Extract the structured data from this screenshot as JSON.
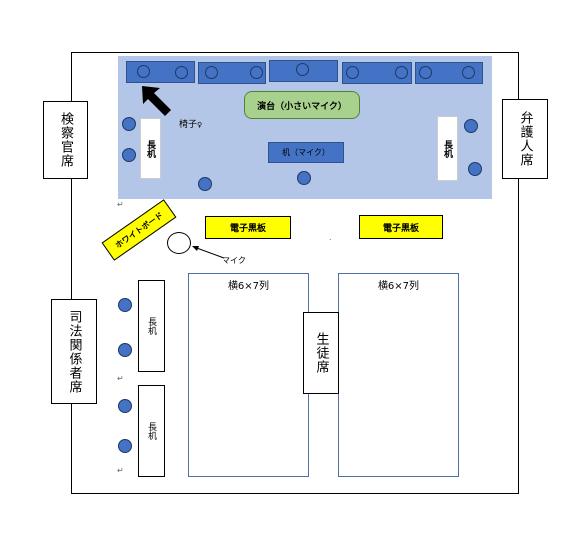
{
  "labels": {
    "prosecutor": "検察官席",
    "defense": "弁護人席",
    "judicial": "司法関係者席",
    "students": "生徒席",
    "podium": "演台（小さいマイク）",
    "desk_mic": "机（マイク）",
    "chair": "椅子",
    "long_desk_left": "長机",
    "long_desk_right": "長机",
    "long_desk_judicial_1": "長机",
    "long_desk_judicial_2": "長机",
    "whiteboard": "ホワイトボード",
    "e_board_1": "電子黒板",
    "e_board_2": "電子黒板",
    "mic": "マイク",
    "seats_left": "横6×7列",
    "seats_right": "横6×7列"
  },
  "colors": {
    "stage": "#b4c6e7",
    "bench": "#4472c4",
    "whiteboard": "#ffff00",
    "e_board": "#ffff00",
    "podium": "#a9d18e"
  },
  "icons": {
    "pointer": "black-arrow-icon",
    "microphone": "circle-mic-icon"
  }
}
